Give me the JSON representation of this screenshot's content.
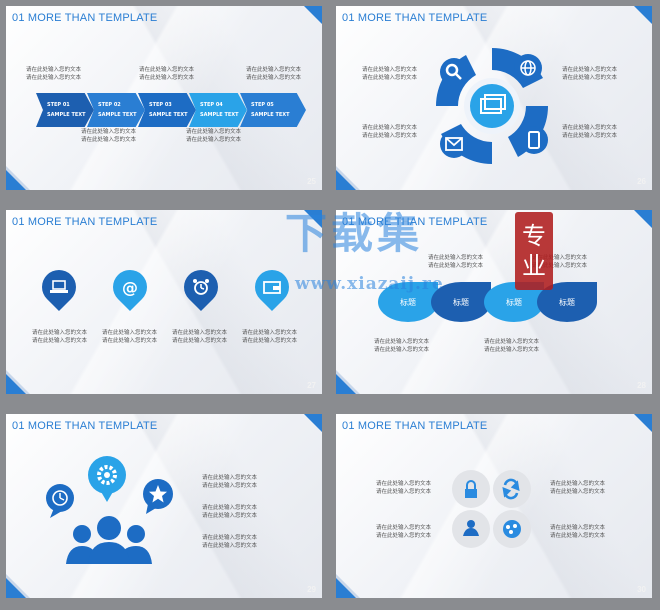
{
  "slides": [
    {
      "title": "01 MORE THAN TEMPLATE",
      "page": "25"
    },
    {
      "title": "01 MORE THAN TEMPLATE",
      "page": "26"
    },
    {
      "title": "01 MORE THAN TEMPLATE",
      "page": "27"
    },
    {
      "title": "01 MORE THAN TEMPLATE",
      "page": "28"
    },
    {
      "title": "01 MORE THAN TEMPLATE",
      "page": "29"
    },
    {
      "title": "01 MORE THAN TEMPLATE",
      "page": "30"
    }
  ],
  "placeholder": "请在此处输入您的文本",
  "steps": [
    {
      "label": "STEP 01",
      "sub": "SAMPLE TEXT"
    },
    {
      "label": "STEP 02",
      "sub": "SAMPLE TEXT"
    },
    {
      "label": "STEP 03",
      "sub": "SAMPLE TEXT"
    },
    {
      "label": "STEP 04",
      "sub": "SAMPLE TEXT"
    },
    {
      "label": "STEP 05",
      "sub": "SAMPLE TEXT"
    }
  ],
  "drops": [
    "标题",
    "标题",
    "标题",
    "标题"
  ],
  "watermark": {
    "main": "下载集",
    "url": "www.xiazaij.re",
    "seal": [
      "专",
      "业"
    ]
  },
  "colors": {
    "accent": "#2a7ed3",
    "dark_blue": "#1d5fb0",
    "light_blue": "#2aa3e8"
  },
  "icons": [
    "search-icon",
    "globe-icon",
    "image-icon",
    "mail-icon",
    "mobile-icon",
    "laptop-icon",
    "at-icon",
    "alarm-icon",
    "wallet-icon",
    "gear-icon",
    "clock-icon",
    "star-icon",
    "users-icon",
    "lock-icon",
    "refresh-icon",
    "user-icon",
    "chat-icon"
  ]
}
